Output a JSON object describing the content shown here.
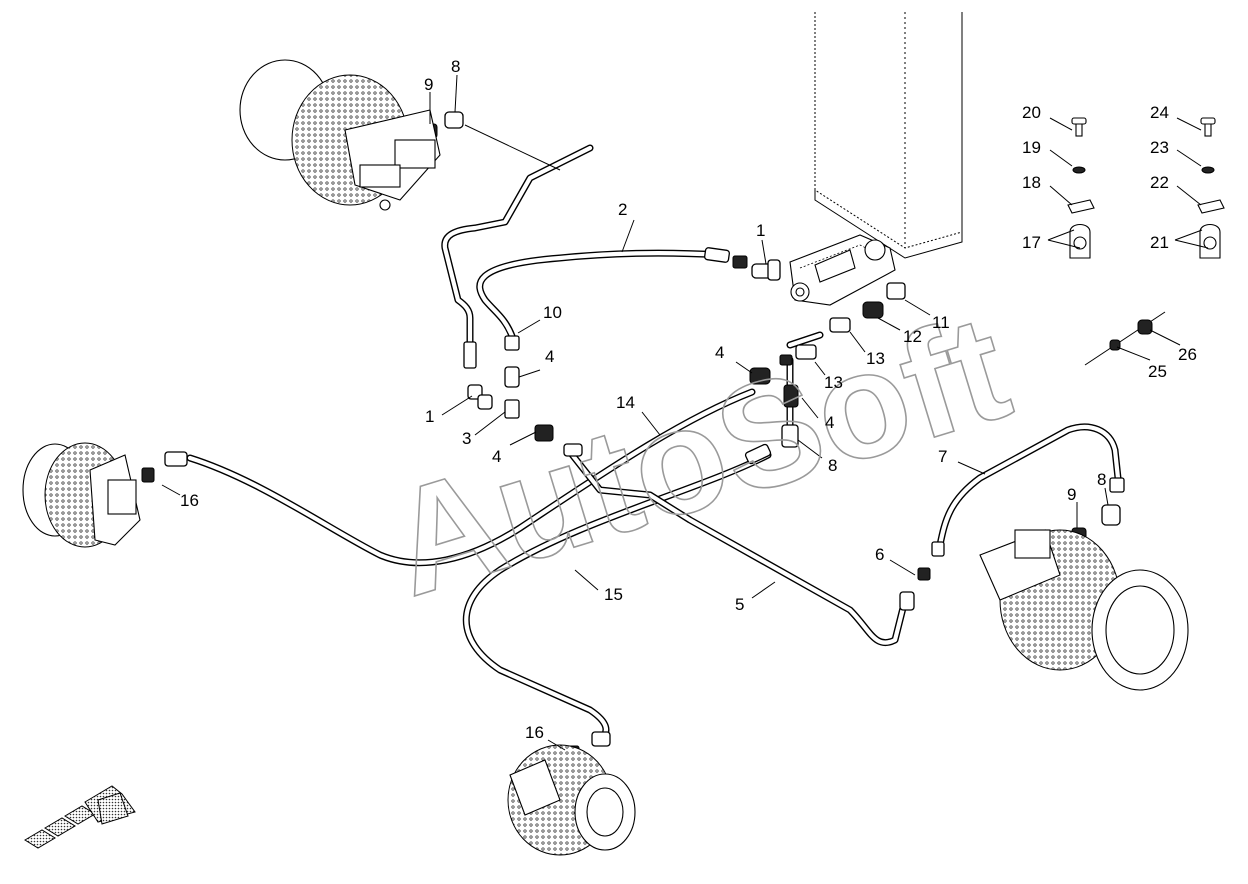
{
  "watermark": "AutoSoft",
  "callouts": [
    {
      "id": "c1a",
      "text": "1"
    },
    {
      "id": "c1b",
      "text": "1"
    },
    {
      "id": "c2",
      "text": "2"
    },
    {
      "id": "c3",
      "text": "3"
    },
    {
      "id": "c4a",
      "text": "4"
    },
    {
      "id": "c4b",
      "text": "4"
    },
    {
      "id": "c4c",
      "text": "4"
    },
    {
      "id": "c4d",
      "text": "4"
    },
    {
      "id": "c5",
      "text": "5"
    },
    {
      "id": "c6",
      "text": "6"
    },
    {
      "id": "c7",
      "text": "7"
    },
    {
      "id": "c8a",
      "text": "8"
    },
    {
      "id": "c8b",
      "text": "8"
    },
    {
      "id": "c8c",
      "text": "8"
    },
    {
      "id": "c9a",
      "text": "9"
    },
    {
      "id": "c9b",
      "text": "9"
    },
    {
      "id": "c10",
      "text": "10"
    },
    {
      "id": "c11",
      "text": "11"
    },
    {
      "id": "c12",
      "text": "12"
    },
    {
      "id": "c13a",
      "text": "13"
    },
    {
      "id": "c13b",
      "text": "13"
    },
    {
      "id": "c14",
      "text": "14"
    },
    {
      "id": "c15",
      "text": "15"
    },
    {
      "id": "c16a",
      "text": "16"
    },
    {
      "id": "c16b",
      "text": "16"
    },
    {
      "id": "c17",
      "text": "17"
    },
    {
      "id": "c18",
      "text": "18"
    },
    {
      "id": "c19",
      "text": "19"
    },
    {
      "id": "c20",
      "text": "20"
    },
    {
      "id": "c21",
      "text": "21"
    },
    {
      "id": "c22",
      "text": "22"
    },
    {
      "id": "c23",
      "text": "23"
    },
    {
      "id": "c24",
      "text": "24"
    },
    {
      "id": "c25",
      "text": "25"
    },
    {
      "id": "c26",
      "text": "26"
    }
  ]
}
